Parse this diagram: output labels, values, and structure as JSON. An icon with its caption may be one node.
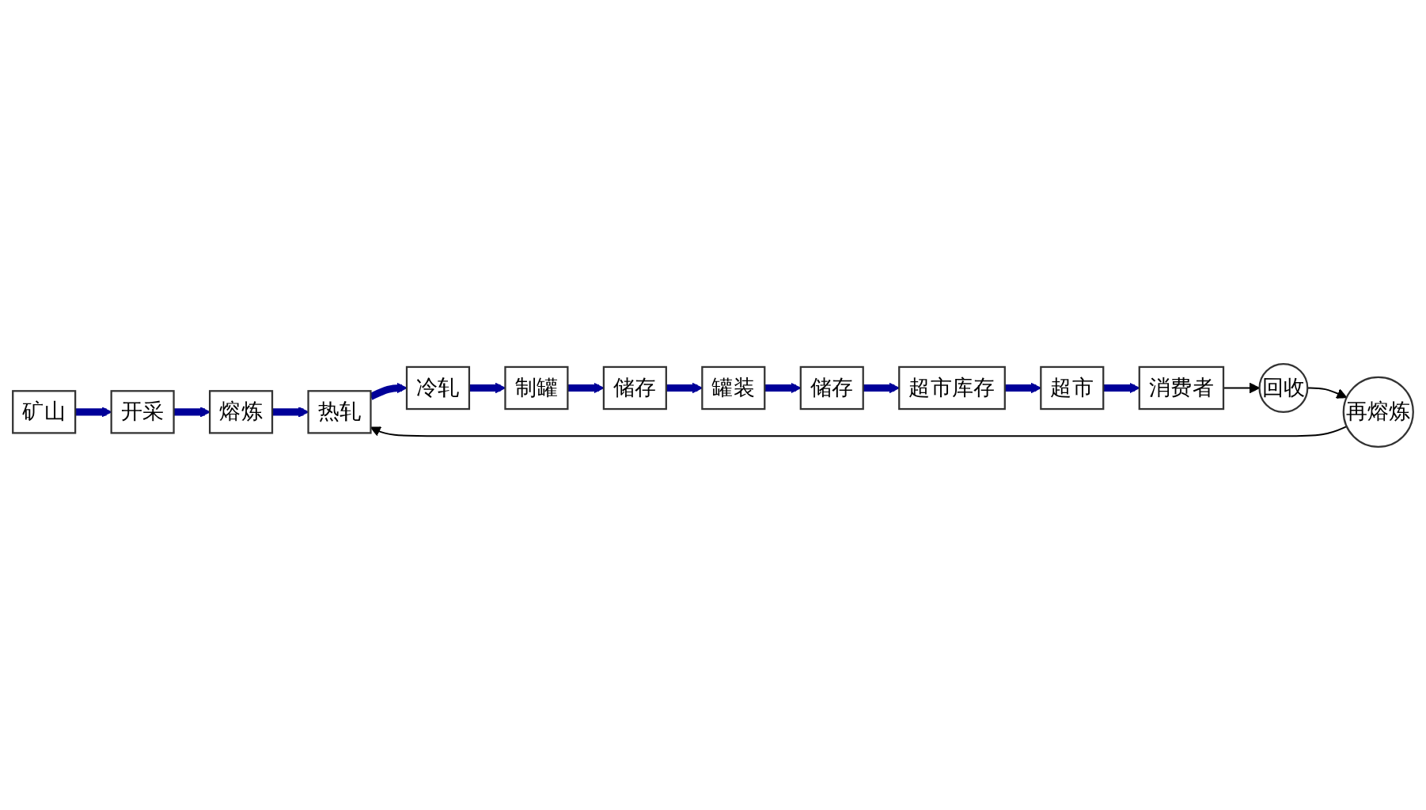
{
  "diagram": {
    "nodes": [
      {
        "text": [
          "矿山"
        ]
      },
      {
        "text": [
          "开采"
        ]
      },
      {
        "text": [
          "熔炼"
        ]
      },
      {
        "text": [
          "热轧"
        ]
      },
      {
        "text": [
          "冷轧"
        ]
      },
      {
        "text": [
          "制罐"
        ]
      },
      {
        "text": [
          "储存"
        ]
      },
      {
        "text": [
          "罐装"
        ]
      },
      {
        "text": [
          "储存"
        ]
      },
      {
        "text": [
          "超市库存"
        ]
      },
      {
        "text": [
          "超市"
        ]
      },
      {
        "text": [
          "消费者"
        ]
      },
      {
        "text": [
          "回收"
        ]
      },
      {
        "text": [
          "再熔炼"
        ]
      }
    ],
    "edges": [
      {
        "from": 0,
        "to": 1,
        "arrow": "to"
      },
      {
        "from": 1,
        "to": 2,
        "arrow": "to"
      },
      {
        "from": 2,
        "to": 3,
        "arrow": "to"
      },
      {
        "from": 3,
        "to": 4,
        "arrow": "to"
      },
      {
        "from": 4,
        "to": 5,
        "arrow": "to"
      },
      {
        "from": 5,
        "to": 6,
        "arrow": "to"
      },
      {
        "from": 6,
        "to": 7,
        "arrow": "to"
      },
      {
        "from": 7,
        "to": 8,
        "arrow": "to"
      },
      {
        "from": 8,
        "to": 9,
        "arrow": "to"
      },
      {
        "from": 9,
        "to": 10,
        "arrow": "to"
      },
      {
        "from": 10,
        "to": 11,
        "arrow": "to"
      },
      {
        "from": 11,
        "to": 12,
        "arrow": "to",
        "color": "#000000"
      },
      {
        "from": 12,
        "to": 13,
        "arrow": "to",
        "color": "#000000"
      },
      {
        "from": 13,
        "to": 3,
        "arrow": "to",
        "color": "#000000"
      }
    ]
  }
}
